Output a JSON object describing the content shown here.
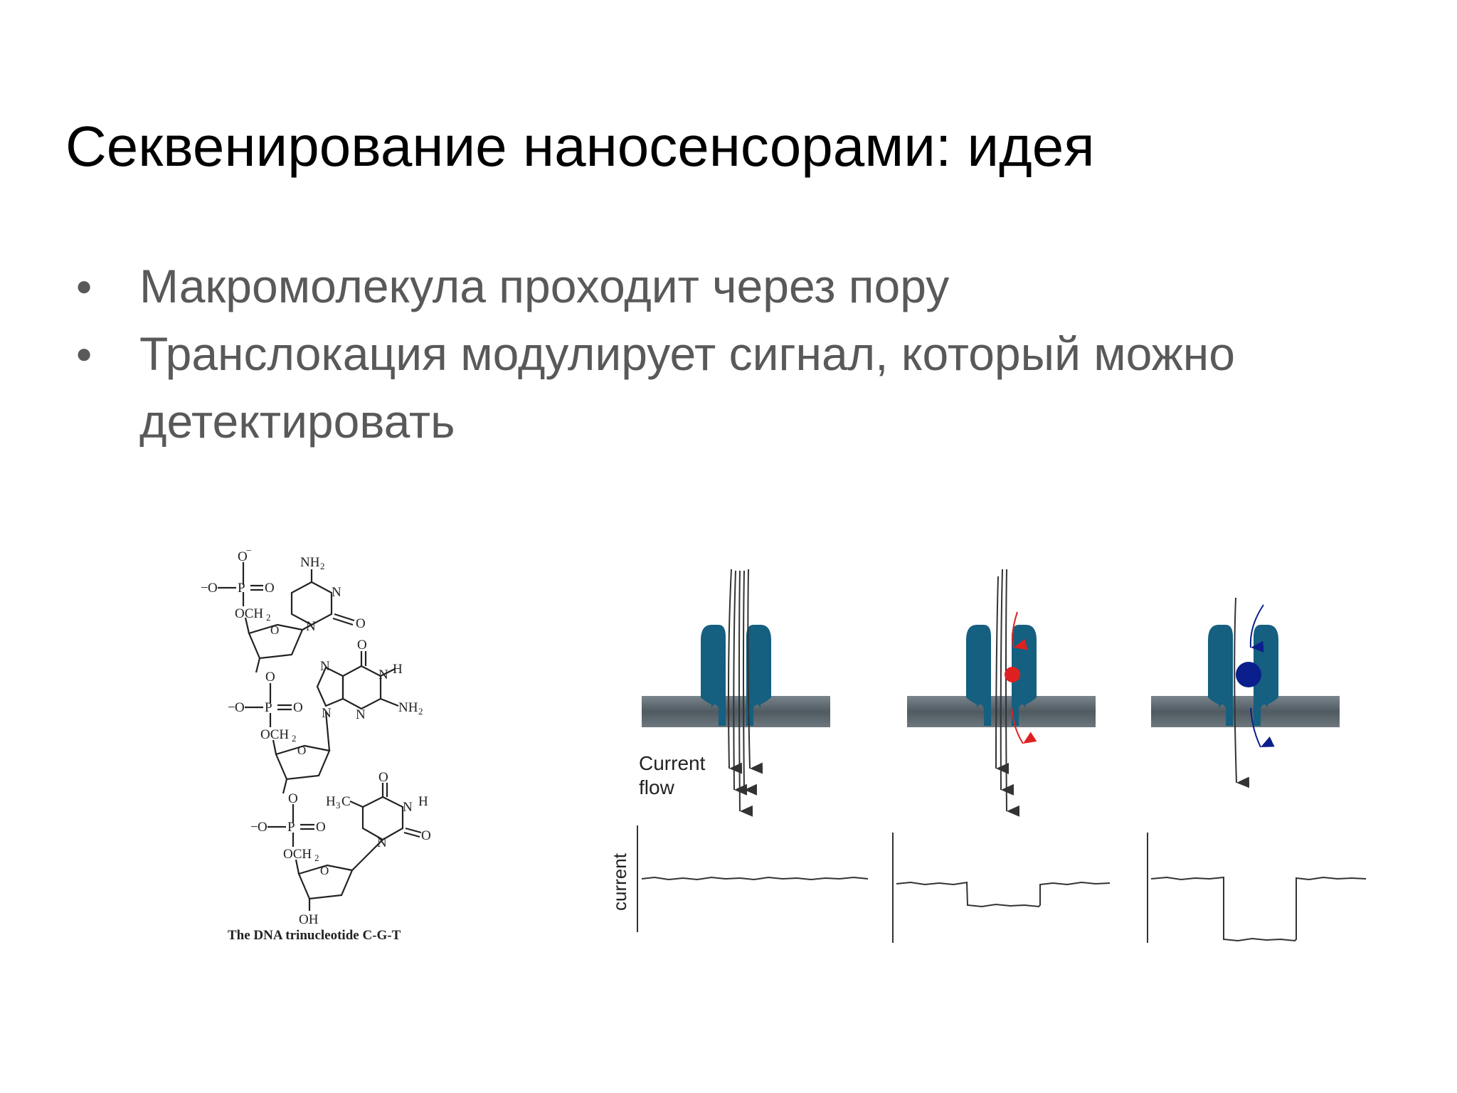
{
  "slide": {
    "title": "Секвенирование наносенсорами: идея",
    "bullets": [
      "Макромолекула проходит через пору",
      "Транслокация модулирует сигнал, который можно детектировать"
    ],
    "bullet_glyph": "●"
  },
  "molecule": {
    "caption": "The DNA trinucleotide C-G-T",
    "atoms": {
      "o_minus": "O",
      "minus": "−",
      "o": "O",
      "p": "P",
      "och2": "OCH",
      "sub2": "2",
      "nh2": "NH",
      "n": "N",
      "h": "H",
      "h3c": "H",
      "h3c_sub": "3",
      "c": "C",
      "oh": "OH"
    }
  },
  "nanopore": {
    "current_flow_line1": "Current",
    "current_flow_line2": "flow",
    "axis_label": "current",
    "colors": {
      "protein": "#155f80",
      "membrane": "#5c6870",
      "red_particle": "#e02020",
      "blue_particle": "#0b1f8c"
    }
  }
}
